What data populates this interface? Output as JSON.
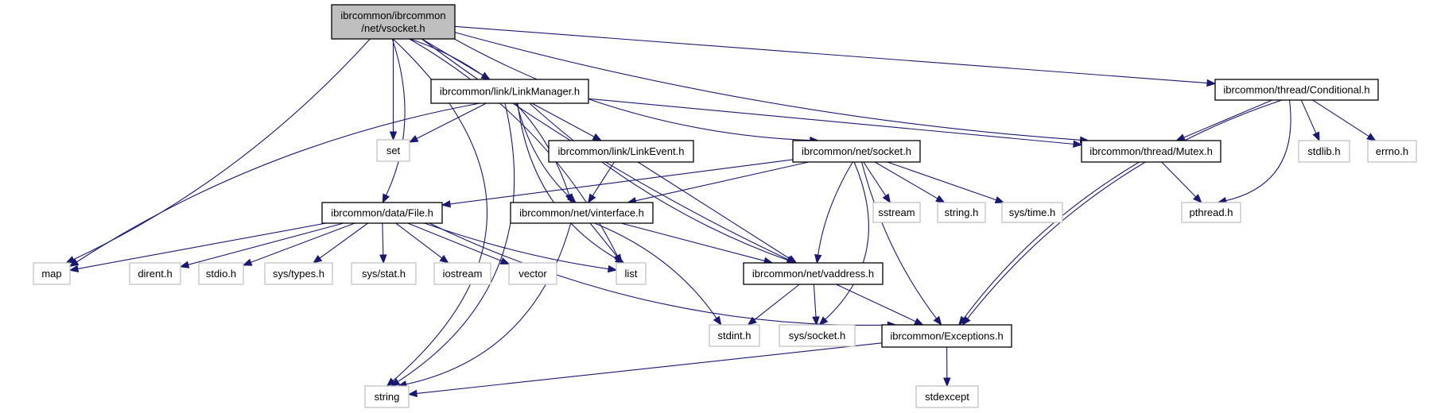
{
  "diagram": {
    "type": "include-dependency-graph",
    "root": "vsocket",
    "nodes": [
      {
        "id": "vsocket",
        "label": "ibrcommon/ibrcommon\n/net/vsocket.h",
        "kind": "root"
      },
      {
        "id": "linkmanager",
        "label": "ibrcommon/link/LinkManager.h",
        "kind": "project"
      },
      {
        "id": "conditional",
        "label": "ibrcommon/thread/Conditional.h",
        "kind": "project"
      },
      {
        "id": "set",
        "label": "set",
        "kind": "system"
      },
      {
        "id": "linkevent",
        "label": "ibrcommon/link/LinkEvent.h",
        "kind": "project"
      },
      {
        "id": "socket",
        "label": "ibrcommon/net/socket.h",
        "kind": "project"
      },
      {
        "id": "mutex",
        "label": "ibrcommon/thread/Mutex.h",
        "kind": "project"
      },
      {
        "id": "stdlib",
        "label": "stdlib.h",
        "kind": "system"
      },
      {
        "id": "errno",
        "label": "errno.h",
        "kind": "system"
      },
      {
        "id": "file",
        "label": "ibrcommon/data/File.h",
        "kind": "project"
      },
      {
        "id": "vinterface",
        "label": "ibrcommon/net/vinterface.h",
        "kind": "project"
      },
      {
        "id": "sstream",
        "label": "sstream",
        "kind": "system"
      },
      {
        "id": "stringh",
        "label": "string.h",
        "kind": "system"
      },
      {
        "id": "systime",
        "label": "sys/time.h",
        "kind": "system"
      },
      {
        "id": "pthread",
        "label": "pthread.h",
        "kind": "system"
      },
      {
        "id": "map",
        "label": "map",
        "kind": "system"
      },
      {
        "id": "dirent",
        "label": "dirent.h",
        "kind": "system"
      },
      {
        "id": "stdio",
        "label": "stdio.h",
        "kind": "system"
      },
      {
        "id": "systypes",
        "label": "sys/types.h",
        "kind": "system"
      },
      {
        "id": "sysstat",
        "label": "sys/stat.h",
        "kind": "system"
      },
      {
        "id": "iostream",
        "label": "iostream",
        "kind": "system"
      },
      {
        "id": "vector",
        "label": "vector",
        "kind": "system"
      },
      {
        "id": "list",
        "label": "list",
        "kind": "system"
      },
      {
        "id": "vaddress",
        "label": "ibrcommon/net/vaddress.h",
        "kind": "project"
      },
      {
        "id": "stdint",
        "label": "stdint.h",
        "kind": "system"
      },
      {
        "id": "syssocket",
        "label": "sys/socket.h",
        "kind": "system"
      },
      {
        "id": "exceptions",
        "label": "ibrcommon/Exceptions.h",
        "kind": "project"
      },
      {
        "id": "string",
        "label": "string",
        "kind": "system"
      },
      {
        "id": "stdexcept",
        "label": "stdexcept",
        "kind": "system"
      }
    ],
    "edges": [
      [
        "vsocket",
        "linkmanager"
      ],
      [
        "vsocket",
        "conditional"
      ],
      [
        "vsocket",
        "set"
      ],
      [
        "vsocket",
        "socket"
      ],
      [
        "vsocket",
        "mutex"
      ],
      [
        "vsocket",
        "file"
      ],
      [
        "vsocket",
        "vinterface"
      ],
      [
        "vsocket",
        "map"
      ],
      [
        "vsocket",
        "list"
      ],
      [
        "vsocket",
        "vaddress"
      ],
      [
        "vsocket",
        "string"
      ],
      [
        "linkmanager",
        "set"
      ],
      [
        "linkmanager",
        "linkevent"
      ],
      [
        "linkmanager",
        "mutex"
      ],
      [
        "linkmanager",
        "vinterface"
      ],
      [
        "linkmanager",
        "map"
      ],
      [
        "linkmanager",
        "list"
      ],
      [
        "linkmanager",
        "vaddress"
      ],
      [
        "linkmanager",
        "string"
      ],
      [
        "conditional",
        "mutex"
      ],
      [
        "conditional",
        "stdlib"
      ],
      [
        "conditional",
        "errno"
      ],
      [
        "conditional",
        "pthread"
      ],
      [
        "conditional",
        "exceptions"
      ],
      [
        "linkevent",
        "vinterface"
      ],
      [
        "linkevent",
        "vaddress"
      ],
      [
        "socket",
        "file"
      ],
      [
        "socket",
        "vinterface"
      ],
      [
        "socket",
        "sstream"
      ],
      [
        "socket",
        "stringh"
      ],
      [
        "socket",
        "systime"
      ],
      [
        "socket",
        "vaddress"
      ],
      [
        "socket",
        "exceptions"
      ],
      [
        "socket",
        "syssocket"
      ],
      [
        "mutex",
        "pthread"
      ],
      [
        "mutex",
        "exceptions"
      ],
      [
        "file",
        "map"
      ],
      [
        "file",
        "dirent"
      ],
      [
        "file",
        "stdio"
      ],
      [
        "file",
        "systypes"
      ],
      [
        "file",
        "sysstat"
      ],
      [
        "file",
        "iostream"
      ],
      [
        "file",
        "vector"
      ],
      [
        "file",
        "list"
      ],
      [
        "file",
        "exceptions"
      ],
      [
        "vinterface",
        "list"
      ],
      [
        "vinterface",
        "vaddress"
      ],
      [
        "vinterface",
        "stdint"
      ],
      [
        "vinterface",
        "string"
      ],
      [
        "vaddress",
        "stdint"
      ],
      [
        "vaddress",
        "syssocket"
      ],
      [
        "vaddress",
        "exceptions"
      ],
      [
        "exceptions",
        "string"
      ],
      [
        "exceptions",
        "stdexcept"
      ]
    ]
  },
  "colors": {
    "edge": "#191970",
    "root_fill": "#bfbfbf",
    "project_border": "#000000",
    "system_border": "#bfbfbf"
  }
}
